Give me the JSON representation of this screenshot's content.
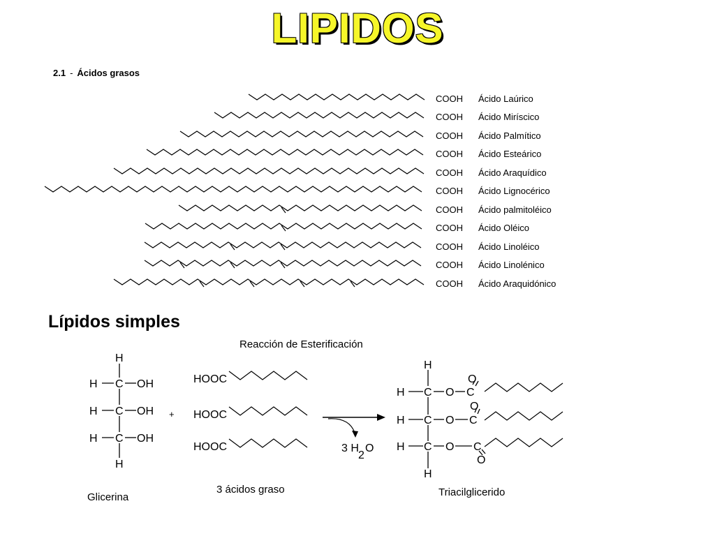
{
  "title": "LIPIDOS",
  "section": {
    "number": "2.1",
    "separator": "-",
    "label": "Ácidos grasos"
  },
  "acids": [
    {
      "group": "COOH",
      "name": "Ácido Laúrico"
    },
    {
      "group": "COOH",
      "name": "Ácido Miríscico"
    },
    {
      "group": "COOH",
      "name": "Ácido Palmítico"
    },
    {
      "group": "COOH",
      "name": "Ácido Esteárico"
    },
    {
      "group": "COOH",
      "name": "Ácido Araquídico"
    },
    {
      "group": "COOH",
      "name": "Ácido Lignocérico"
    },
    {
      "group": "COOH",
      "name": "Ácido palmitoléico"
    },
    {
      "group": "COOH",
      "name": "Ácido Oléico"
    },
    {
      "group": "COOH",
      "name": "Ácido Linoléico"
    },
    {
      "group": "COOH",
      "name": "Ácido Linolénico"
    },
    {
      "group": "COOH",
      "name": "Ácido Araquidónico"
    }
  ],
  "simple": {
    "heading": "Lípidos simples",
    "reaction_title": "Reacción de Esterificación",
    "glycerol": {
      "h": "H",
      "c": "C",
      "oh": "OH",
      "caption": "Glicerina"
    },
    "plus": "+",
    "fatty": {
      "group": "HOOC",
      "caption": "3 ácidos graso"
    },
    "water": {
      "coef": "3 H",
      "sub": "2",
      "o": "O"
    },
    "product": {
      "h": "H",
      "c": "C",
      "o": "O",
      "caption": "Triacilglicerido"
    }
  }
}
